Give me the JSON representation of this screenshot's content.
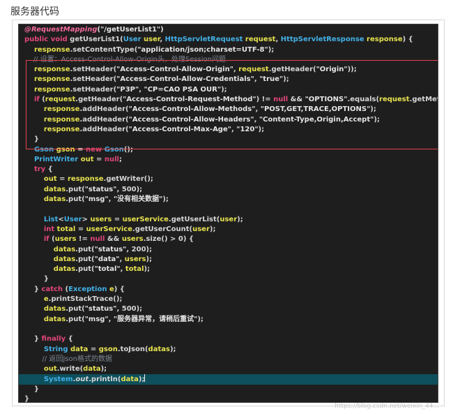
{
  "page": {
    "heading": "服务器代码",
    "watermark": "https://blog.csdn.net/weixin_44..."
  },
  "code": {
    "lines": [
      "@RequestMapping(\"/getUserList1\")",
      "public void getUserList1(User user, HttpServletRequest request, HttpServletResponse response) {",
      "    response.setContentType(\"application/json;charset=UTF-8\");",
      "    // 设置：Access-Control-Allow-Origin头，处理Session问题",
      "    response.setHeader(\"Access-Control-Allow-Origin\", request.getHeader(\"Origin\"));",
      "    response.setHeader(\"Access-Control-Allow-Credentials\", \"true\");",
      "    response.setHeader(\"P3P\", \"CP=CAO PSA OUR\");",
      "    if (request.getHeader(\"Access-Control-Request-Method\") != null && \"OPTIONS\".equals(request.getMethod())) {",
      "        response.addHeader(\"Access-Control-Allow-Methods\", \"POST,GET,TRACE,OPTIONS\");",
      "        response.addHeader(\"Access-Control-Allow-Headers\", \"Content-Type,Origin,Accept\");",
      "        response.addHeader(\"Access-Control-Max-Age\", \"120\");",
      "    }",
      "    Gson gson = new Gson();",
      "    PrintWriter out = null;",
      "    try {",
      "        out = response.getWriter();",
      "        datas.put(\"status\", 500);",
      "        datas.put(\"msg\", \"没有相关数据\");",
      "",
      "        List<User> users = userService.getUserList(user);",
      "        int total = userService.getUserCount(user);",
      "        if (users != null && users.size() > 0) {",
      "            datas.put(\"status\", 200);",
      "            datas.put(\"data\", users);",
      "            datas.put(\"total\", total);",
      "        }",
      "    } catch (Exception e) {",
      "        e.printStackTrace();",
      "        datas.put(\"status\", 500);",
      "        datas.put(\"msg\", \"服务器异常，请稍后重试\");",
      "",
      "    } finally {",
      "        String data = gson.toJson(datas);",
      "        // 返回Json格式的数据",
      "        out.write(data);",
      "        System.out.println(data);",
      "    }",
      "}"
    ],
    "highlighted_line": 35,
    "boxed_range": [
      3,
      11
    ]
  },
  "colors": {
    "editor_bg": "#1e1e1e",
    "keyword": "#e2467a",
    "type": "#43b0e6",
    "variable": "#e7e24f",
    "comment": "#7d8793",
    "box_border": "#e4434a",
    "current_line": "#0e4f5c"
  }
}
